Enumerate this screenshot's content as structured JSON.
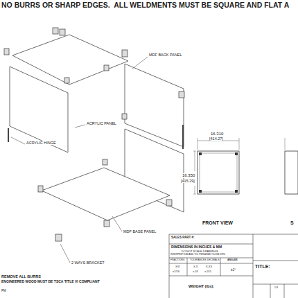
{
  "diagram": {
    "labels": [
      "NO BURRS OR SHARP EDGES.  ALL WELDMENTS MUST BE SQUARE AND FLAT A",
      "MDF BACK PANEL",
      "ACRYLIC PANEL",
      "ACRYLIC HINGE",
      "MDF BASE PANEL",
      "2 WAYS BRACKET",
      "16.310",
      "[414.27]",
      "16.350",
      "[415.29]",
      "FRONT VIEW",
      "S",
      "SALES PART #:",
      "DIMENSIONS IN INCHES & MM",
      "DO NOT SCALE DRAWINGS",
      "INTERPRET DIM AND TOL PER ASME Y14.5M-1994",
      "FRACTIONS",
      "TOLERANCES DECIMALS",
      "ANGLES",
      "X/X",
      "±1/16",
      "X.X",
      "±.03",
      "X.XX",
      "±.015",
      "±1°",
      "WEIGHT (lbs):",
      "TITLE:",
      "1:8",
      "REMOVE ALL BURRS",
      "ENGINEERED WOOD MUST BE TSCA TITLE VI COMPLIANT",
      "PM"
    ]
  }
}
